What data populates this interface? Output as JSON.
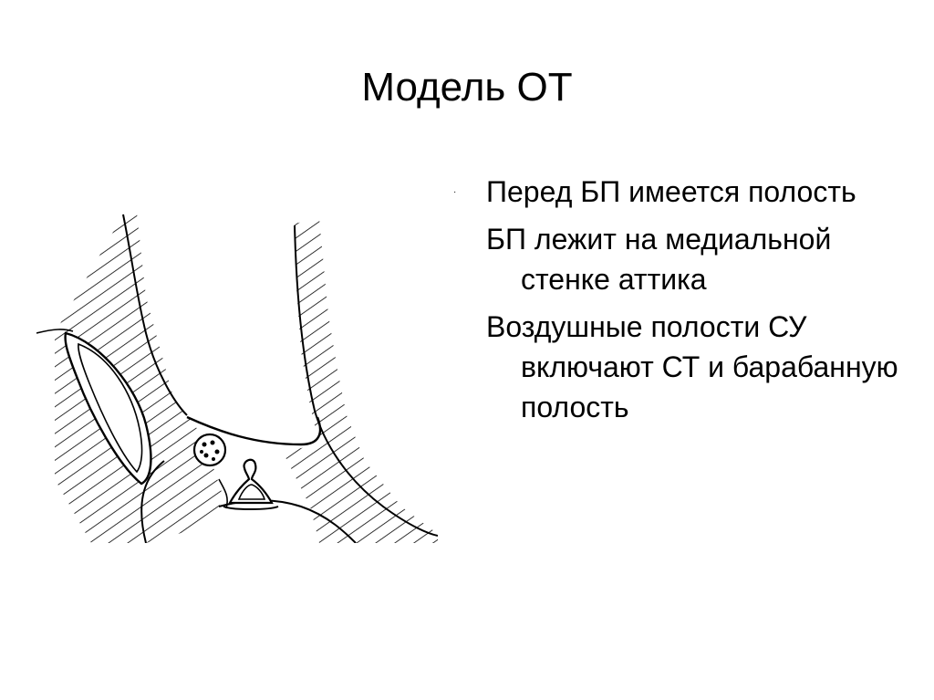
{
  "slide": {
    "title": "Модель ОТ",
    "stray_mark": "·",
    "bullets": [
      "Перед БП имеется полость",
      "БП лежит на медиальной стенке аттика",
      "Воздушные полости СУ включают СТ и барабанную полость"
    ]
  },
  "illustration": {
    "icon": "ear-anatomy-sketch-icon",
    "line_color": "#000000",
    "background_color": "#ffffff"
  }
}
